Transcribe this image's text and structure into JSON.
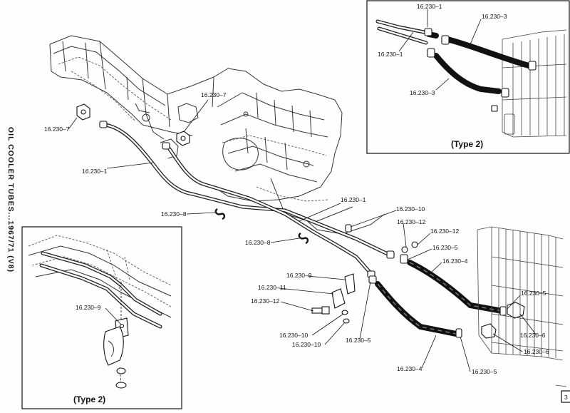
{
  "side_title": "OIL COOLER TUBES...1967/71 (V8)",
  "page_number": "3",
  "main_labels": {
    "l_7_a": "16.230–7",
    "l_7_b": "16.230–7",
    "l_1_a": "16.230–1",
    "l_1_b": "16.230–1",
    "l_8_a": "16.230–8",
    "l_8_b": "16.230–8",
    "l_10_a": "16.230–10",
    "l_12_a": "16.230–12",
    "l_12_b": "16.230–12",
    "l_5_a": "16.230–5",
    "l_4_a": "16.230–4",
    "l_9_a": "16.230–9",
    "l_11_a": "16.230–11",
    "l_12_c": "16.230–12",
    "l_10_b": "16.230–10",
    "l_10_c": "16.230–10",
    "l_5_b": "16.230–5",
    "l_5_c": "16.230–5",
    "l_6_a": "16.230–6",
    "l_6_b": "16.230–6",
    "l_4_b": "16.230–4",
    "l_5_d": "16.230–5"
  },
  "inset_top_right": {
    "caption": "(Type 2)",
    "labels": {
      "l_1_a": "16.230–1",
      "l_3_a": "16.230–3",
      "l_1_b": "16.230–1",
      "l_3_b": "16.230–3"
    }
  },
  "inset_bottom_left": {
    "caption": "(Type 2)",
    "labels": {
      "l_9": "16.230–9"
    }
  }
}
